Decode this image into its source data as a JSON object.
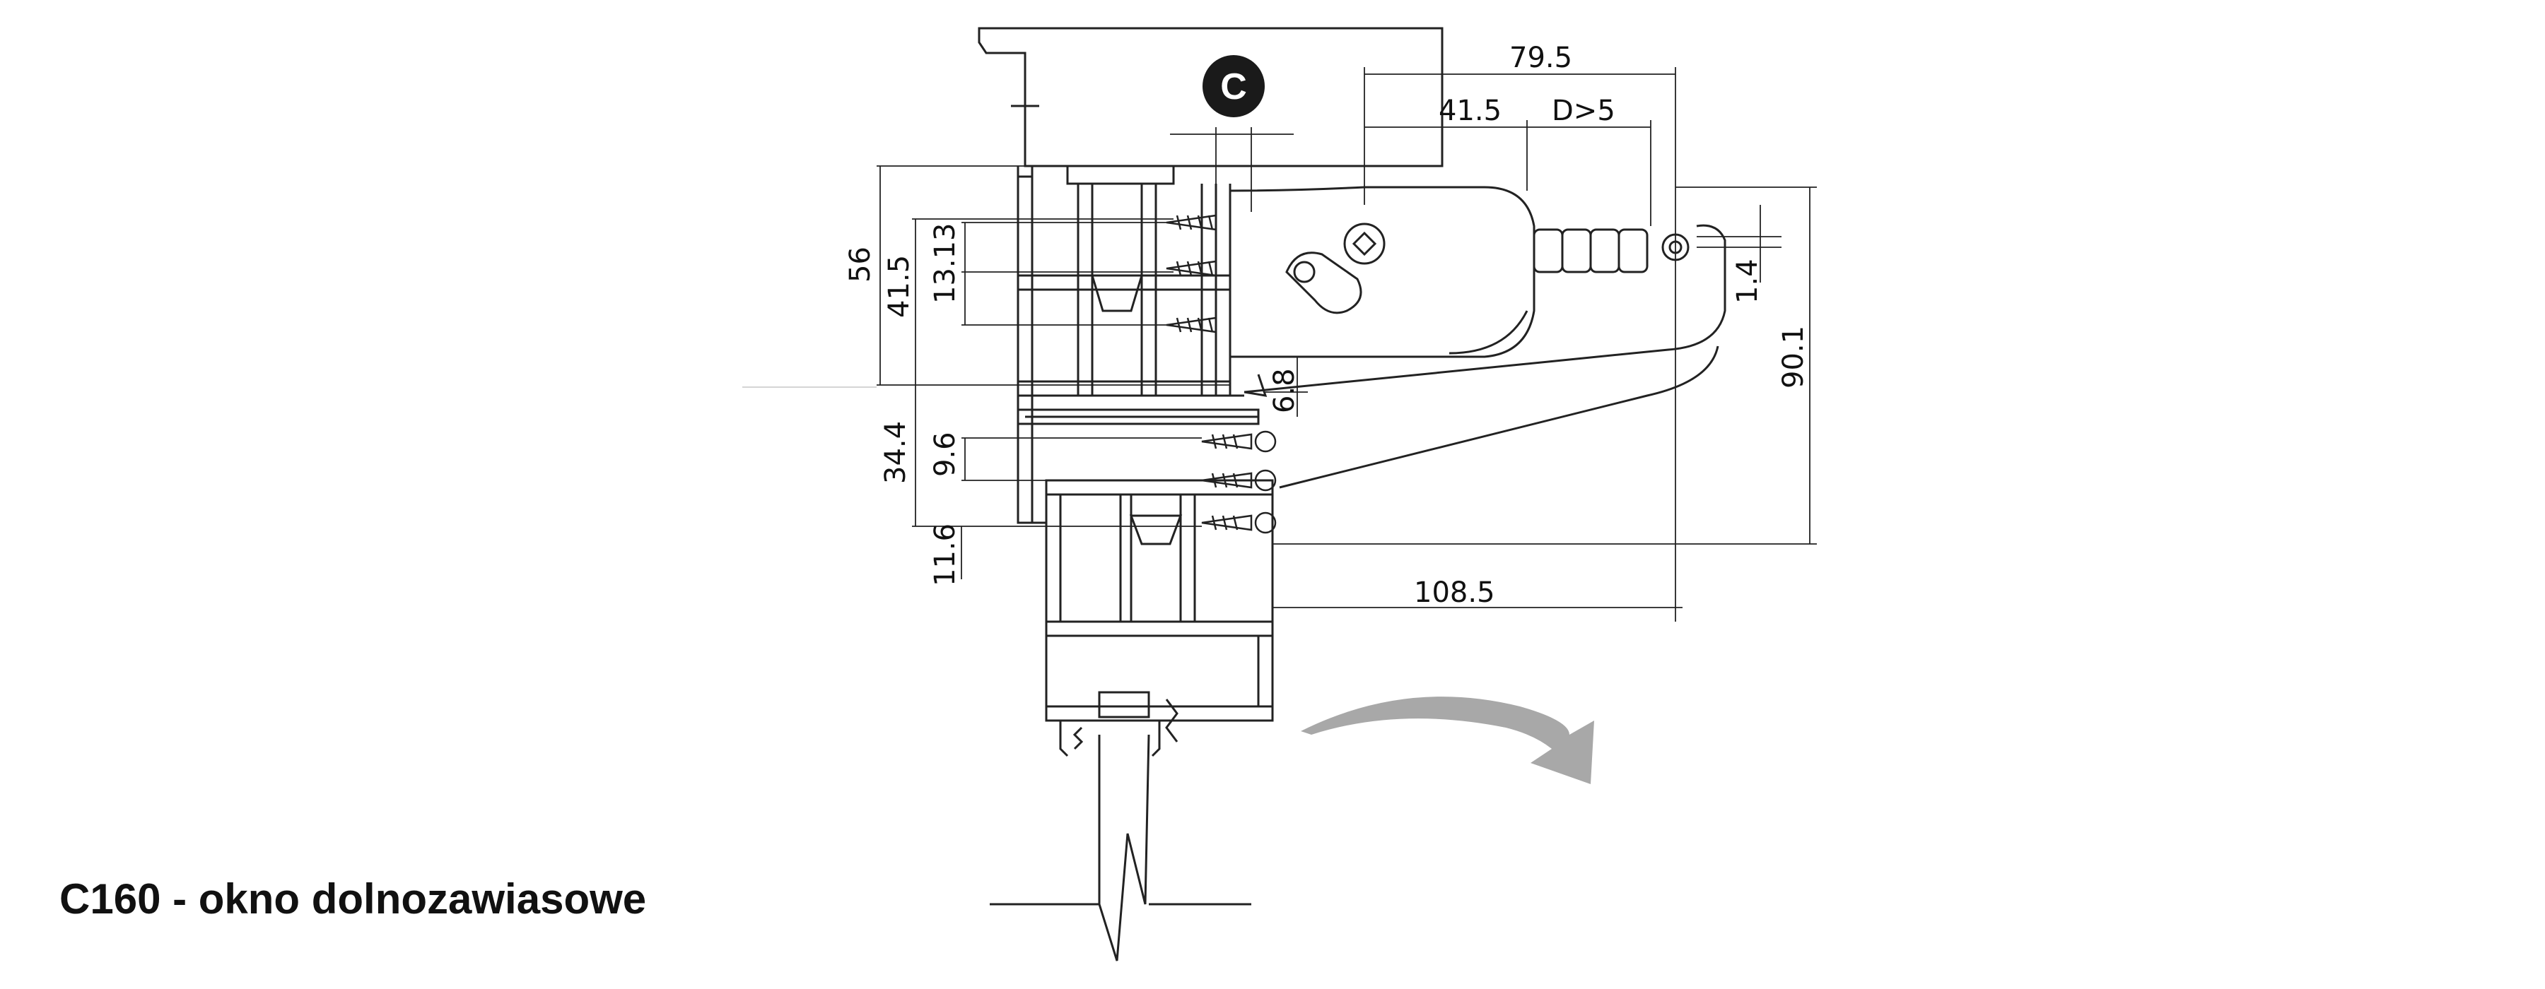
{
  "caption": "C160 - okno dolnozawiasowe",
  "badge": "C",
  "dimensions": {
    "d79_5": "79.5",
    "d41_5_top": "41.5",
    "dD5": "D>5",
    "d56": "56",
    "d41_5_left": "41.5",
    "d13_13": "13.13",
    "d34_4": "34.4",
    "d9_6": "9.6",
    "d11_6": "11.6",
    "d6_8": "6.8",
    "d1_4": "1.4",
    "d90_1": "90.1",
    "d108_5": "108.5"
  },
  "colors": {
    "line": "#222222",
    "arrow": "#a8a8a8",
    "badge": "#1a1a1a"
  }
}
